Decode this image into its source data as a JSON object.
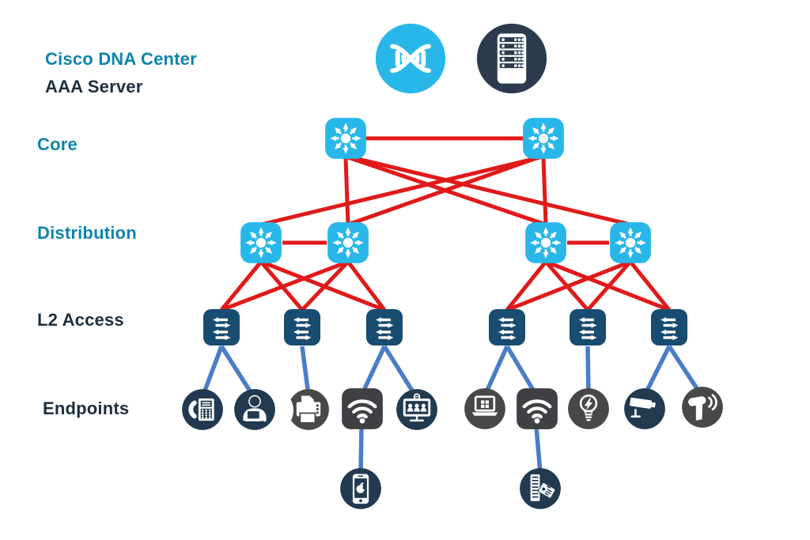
{
  "labels": {
    "dna": "Cisco DNA Center",
    "aaa": "AAA Server",
    "core": "Core",
    "distribution": "Distribution",
    "l2access": "L2 Access",
    "endpoints": "Endpoints"
  },
  "colors": {
    "teal_text": "#0e84ab",
    "navy_text": "#1e2e3e",
    "l3_switch_blue": "#29b7ea",
    "l2_switch_navy": "#184c70",
    "endpoint_navy": "#223a50",
    "endpoint_gray": "#484848",
    "wifi_square_gray": "#3e4043",
    "dna_circle_blue": "#29b7ea",
    "server_circle_navy": "#2b3b4d",
    "red_link": "#e01a1a",
    "blue_link": "#4a7dc6"
  },
  "nodes": {
    "management": [
      {
        "name": "cisco-dna-center",
        "icon": "dna-icon"
      },
      {
        "name": "aaa-server",
        "icon": "server-icon"
      }
    ],
    "core": [
      "core-switch-1",
      "core-switch-2"
    ],
    "distribution": [
      "distribution-switch-1",
      "distribution-switch-2",
      "distribution-switch-3",
      "distribution-switch-4"
    ],
    "l2access": [
      "access-switch-1",
      "access-switch-2",
      "access-switch-3",
      "access-switch-4",
      "access-switch-5",
      "access-switch-6"
    ],
    "endpoints": [
      "ip-phone",
      "user-workstation",
      "printer",
      "wireless-ap-1",
      "telepresence-screen",
      "laptop",
      "wireless-ap-2",
      "smart-light",
      "security-camera",
      "barcode-scanner",
      "iphone",
      "badge-reader"
    ]
  },
  "connections": {
    "red_links": [
      [
        "core-switch-1",
        "core-switch-2"
      ],
      [
        "core-switch-1",
        "distribution-switch-2"
      ],
      [
        "core-switch-1",
        "distribution-switch-3"
      ],
      [
        "core-switch-1",
        "distribution-switch-4"
      ],
      [
        "core-switch-2",
        "distribution-switch-3"
      ],
      [
        "core-switch-2",
        "distribution-switch-1"
      ],
      [
        "core-switch-2",
        "distribution-switch-2"
      ],
      [
        "distribution-switch-1",
        "distribution-switch-2"
      ],
      [
        "distribution-switch-3",
        "distribution-switch-4"
      ],
      [
        "distribution-switch-1",
        "access-switch-1"
      ],
      [
        "distribution-switch-1",
        "access-switch-2"
      ],
      [
        "distribution-switch-1",
        "access-switch-3"
      ],
      [
        "distribution-switch-2",
        "access-switch-1"
      ],
      [
        "distribution-switch-2",
        "access-switch-2"
      ],
      [
        "distribution-switch-2",
        "access-switch-3"
      ],
      [
        "distribution-switch-3",
        "access-switch-4"
      ],
      [
        "distribution-switch-3",
        "access-switch-5"
      ],
      [
        "distribution-switch-3",
        "access-switch-6"
      ],
      [
        "distribution-switch-4",
        "access-switch-4"
      ],
      [
        "distribution-switch-4",
        "access-switch-5"
      ],
      [
        "distribution-switch-4",
        "access-switch-6"
      ]
    ],
    "blue_links": [
      [
        "access-switch-1",
        "ip-phone"
      ],
      [
        "access-switch-1",
        "user-workstation"
      ],
      [
        "access-switch-2",
        "printer"
      ],
      [
        "access-switch-3",
        "wireless-ap-1"
      ],
      [
        "access-switch-3",
        "telepresence-screen"
      ],
      [
        "wireless-ap-1",
        "iphone"
      ],
      [
        "access-switch-4",
        "laptop"
      ],
      [
        "access-switch-4",
        "wireless-ap-2"
      ],
      [
        "access-switch-5",
        "smart-light"
      ],
      [
        "access-switch-6",
        "security-camera"
      ],
      [
        "access-switch-6",
        "barcode-scanner"
      ],
      [
        "wireless-ap-2",
        "badge-reader"
      ]
    ]
  }
}
